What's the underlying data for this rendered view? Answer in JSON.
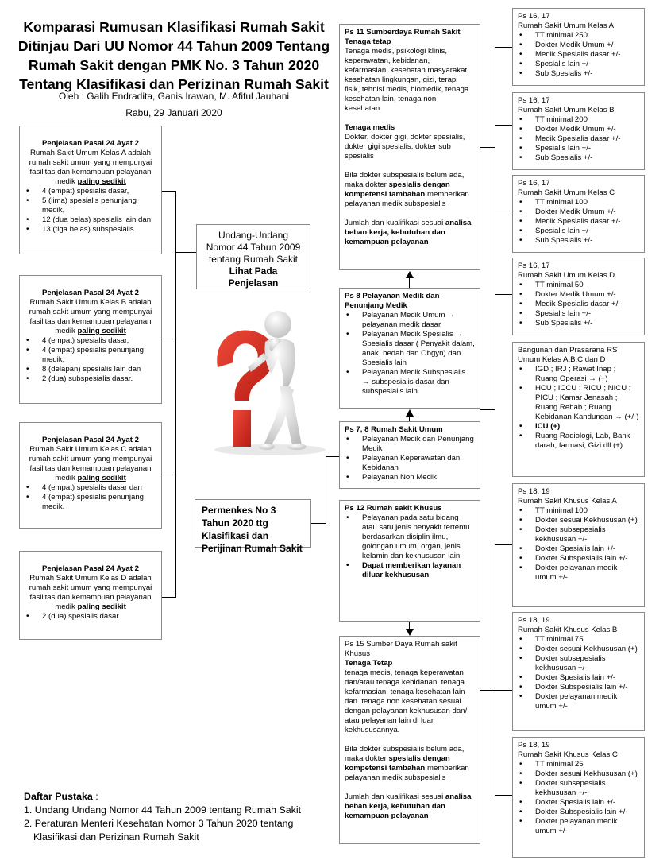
{
  "title": [
    "Komparasi Rumusan Klasifikasi Rumah Sakit",
    "Ditinjau Dari UU Nomor 44 Tahun 2009 Tentang",
    "Rumah Sakit dengan  PMK No. 3 Tahun 2020",
    "Tentang Klasifikasi dan Perizinan Rumah Sakit"
  ],
  "authors": "Oleh : Galih Endradita, Ganis Irawan, M. Afiful Jauhani",
  "date": "Rabu, 29 Januari 2020",
  "left": {
    "a": {
      "head": "Penjelasan Pasal 24 Ayat 2",
      "desc": "Rumah Sakit Umum Kelas A adalah rumah sakit umum yang mempunyai fasilitas dan kemampuan pelayanan medik",
      "emph": "paling sedikit",
      "items": [
        "4 (empat) spesialis dasar,",
        "5 (lima) spesialis penunjang medik,",
        "12 (dua belas) spesialis lain dan",
        "13 (tiga belas) subspesialis."
      ]
    },
    "b": {
      "head": "Penjelasan Pasal 24 Ayat 2",
      "desc": "Rumah Sakit Umum Kelas B adalah rumah sakit umum yang mempunyai fasilitas dan kemampuan pelayanan medik",
      "emph": "paling sedikit",
      "items": [
        "4 (empat) spesialis dasar,",
        "4 (empat) spesialis penunjang medik,",
        "8 (delapan) spesialis lain dan",
        "2 (dua) subspesialis dasar."
      ]
    },
    "c": {
      "head": "Penjelasan Pasal 24 Ayat 2",
      "desc": "Rumah Sakit Umum Kelas C adalah rumah sakit umum yang mempunyai fasilitas dan kemampuan pelayanan medik",
      "emph": "paling sedikit",
      "items": [
        "4 (empat) spesialis dasar dan",
        "4 (empat) spesialis penunjang medik."
      ]
    },
    "d": {
      "head": "Penjelasan Pasal 24 Ayat 2",
      "desc": "Rumah Sakit Umum Kelas D adalah rumah sakit umum yang mempunyai fasilitas dan kemampuan pelayanan medik",
      "emph": "paling sedikit",
      "items": [
        "2 (dua) spesialis dasar."
      ]
    }
  },
  "uu": {
    "text": "Undang-Undang Nomor 44 Tahun 2009 tentang Rumah Sakit",
    "bold": "Lihat Pada Penjelasan"
  },
  "pmk": {
    "text": "Permenkes No 3 Tahun 2020 ttg Klasifikasi dan Perijinan Rumah Sakit"
  },
  "ps11": {
    "head": "Ps 11 Sumberdaya Rumah Sakit",
    "sub": "Tenaga tetap",
    "p1": "Tenaga medis, psikologi klinis, keperawatan, kebidanan, kefarmasian, kesehatan masyarakat, kesehatan lingkungan, gizi, terapi fisik, tehnisi medis, biomedik, tenaga kesehatan lain, tenaga non kesehatan.",
    "sub2": "Tenaga medis",
    "p2": "Dokter, dokter gigi, dokter spesialis, dokter gigi spesialis, dokter sub spesialis",
    "p3a": "Bila dokter subspesialis belum ada, maka dokter ",
    "p3b": "spesialis dengan kompetensi tambahan",
    "p3c": " memberikan pelayanan medik subspesialis",
    "p4a": "Jumlah dan kualifikasi sesuai ",
    "p4b": "analisa beban kerja, kebutuhan dan kemampuan pelayanan"
  },
  "ps8": {
    "head": "Ps 8 Pelayanan Medik dan Penunjang Medik",
    "items": [
      "Pelayanan Medik Umum → pelayanan medik dasar",
      "Pelayanan Medik Spesialis → Spesialis dasar ( Penyakit dalam, anak, bedah dan Obgyn) dan Spesialis lain",
      "Pelayanan Medik Subspesialis → subspesialis dasar dan subspesialis lain"
    ]
  },
  "ps78": {
    "head": "Ps 7, 8 Rumah Sakit Umum",
    "items": [
      "Pelayanan Medik dan Penunjang Medik",
      "Pelayanan Keperawatan dan Kebidanan",
      "Pelayanan Non Medik"
    ]
  },
  "ps12": {
    "head": "Ps 12 Rumah sakit Khusus",
    "items": [
      "Pelayanan pada satu bidang atau satu jenis penyakit tertentu berdasarkan disiplin ilmu, golongan umum, organ, jenis kelamin dan kekhususan lain"
    ],
    "bold_item": "Dapat memberikan layanan diluar kekhususan"
  },
  "ps15": {
    "head": "Ps 15 Sumber Daya Rumah sakit Khusus",
    "sub": "Tenaga Tetap",
    "p1": "tenaga medis, tenaga keperawatan dan/atau tenaga kebidanan, tenaga kefarmasian, tenaga kesehatan lain dan. tenaga non kesehatan sesuai dengan pelayanan kekhususan dan/ atau pelayanan lain di luar kekhususannya.",
    "p2a": "Bila dokter subspesialis belum ada, maka dokter ",
    "p2b": "spesialis dengan kompetensi tambahan",
    "p2c": " memberikan pelayanan medik subspesialis",
    "p3a": "Jumlah dan kualifikasi sesuai ",
    "p3b": "analisa beban kerja, kebutuhan dan kemampuan pelayanan"
  },
  "right": {
    "a": {
      "ps": "Ps 16, 17",
      "title": "Rumah Sakit Umum Kelas A",
      "items": [
        "TT minimal 250",
        "Dokter Medik Umum +/-",
        "Medik Spesialis dasar +/-",
        "Spesialis lain +/-",
        "Sub Spesialis +/-"
      ]
    },
    "b": {
      "ps": "Ps 16, 17",
      "title": "Rumah Sakit Umum Kelas B",
      "items": [
        "TT minimal 200",
        "Dokter Medik Umum +/-",
        "Medik Spesialis dasar +/-",
        "Spesialis lain +/-",
        "Sub Spesialis +/-"
      ]
    },
    "c": {
      "ps": "Ps 16, 17",
      "title": "Rumah Sakit Umum Kelas C",
      "items": [
        "TT minimal 100",
        "Dokter Medik Umum +/-",
        "Medik Spesialis dasar +/-",
        "Spesialis lain +/-",
        "Sub Spesialis +/-"
      ]
    },
    "d": {
      "ps": "Ps 16, 17",
      "title": "Rumah Sakit Umum Kelas D",
      "items": [
        "TT minimal 50",
        "Dokter Medik Umum +/-",
        "Medik Spesialis dasar +/-",
        "Spesialis lain +/-",
        "Sub Spesialis +/-"
      ]
    },
    "bang": {
      "title": "Bangunan dan Prasarana RS Umum Kelas A,B,C dan D",
      "items": [
        "IGD ; IRJ ; Rawat Inap ; Ruang Operasi → (+)",
        "HCU ; ICCU ; RICU ; NICU ; PICU ; Kamar Jenasah ; Ruang Rehab ; Ruang Kebidanan Kandungan → (+/-)"
      ],
      "bold_item": "ICU (+)",
      "last_item": "Ruang Radiologi, Lab, Bank darah, farmasi, Gizi dll (+)"
    },
    "ka": {
      "ps": "Ps 18, 19",
      "title": "Rumah Sakit Khusus Kelas A",
      "items": [
        "TT minimal 100",
        "Dokter sesuai Kekhususan (+)",
        "Dokter subsepesialis kekhususan +/-",
        "Dokter Spesialis lain +/-",
        "Dokter Subspesialis lain +/-",
        "Dokter pelayanan medik umum +/-"
      ]
    },
    "kb": {
      "ps": "Ps 18, 19",
      "title": "Rumah Sakit Khusus Kelas B",
      "items": [
        "TT minimal 75",
        "Dokter sesuai Kekhususan (+)",
        "Dokter subsepesialis kekhususan +/-",
        "Dokter Spesialis lain +/-",
        "Dokter Subspesialis lain +/-",
        "Dokter pelayanan medik umum +/-"
      ]
    },
    "kc": {
      "ps": "Ps 18, 19",
      "title": "Rumah Sakit Khusus Kelas C",
      "items": [
        "TT minimal 25",
        "Dokter sesuai Kekhususan (+)",
        "Dokter subsepesialis kekhususan +/-",
        "Dokter Spesialis lain +/-",
        "Dokter Subspesialis lain +/-",
        "Dokter pelayanan medik umum +/-"
      ]
    }
  },
  "refs": {
    "head": "Daftar Pustaka",
    "colon": " :",
    "items": [
      "1. Undang Undang Nomor 44 Tahun 2009 tentang Rumah Sakit",
      "2. Peraturan Menteri Kesehatan Nomor 3 Tahun 2020 tentang Klasifikasi dan Perizinan Rumah Sakit"
    ]
  },
  "colors": {
    "line": "#000000",
    "border": "#8a8a8a",
    "question": "#d9261c",
    "figure": "#e6e6e6"
  }
}
